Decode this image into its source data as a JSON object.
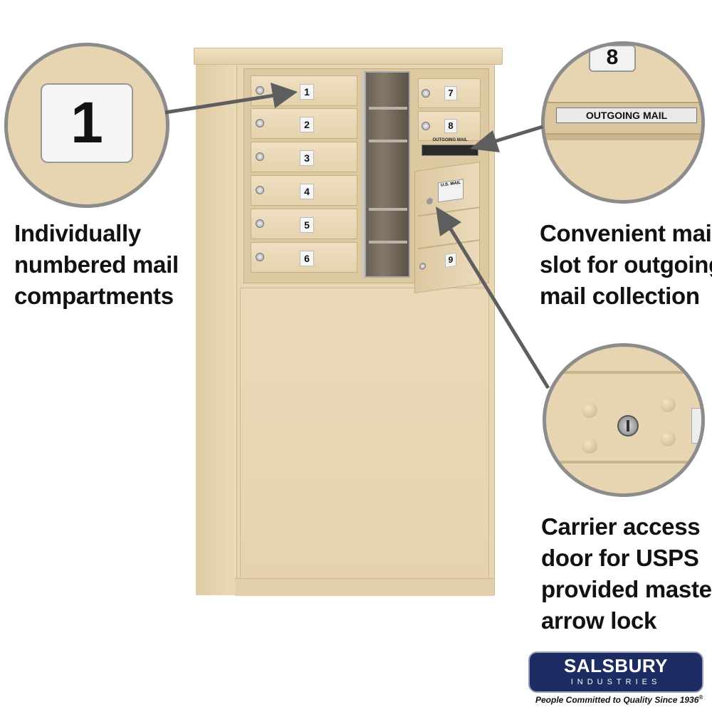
{
  "callouts": {
    "numbered": {
      "label": "1"
    },
    "outgoing": {
      "label": "OUTGOING MAIL",
      "number": "8"
    }
  },
  "features": {
    "numbered": {
      "lines": [
        "Individually",
        "numbered mail",
        "compartments"
      ]
    },
    "outgoing": {
      "lines": [
        "Convenient mail",
        "slot for outgoing",
        "mail collection"
      ]
    },
    "carrier": {
      "lines": [
        "Carrier access",
        "door for USPS",
        "provided master",
        "arrow lock"
      ]
    }
  },
  "mailbox": {
    "left_doors": [
      "1",
      "2",
      "3",
      "4",
      "5",
      "6"
    ],
    "right_doors_top": [
      "7",
      "8"
    ],
    "right_door_bottom": "9",
    "slot_label": "OUTGOING MAIL",
    "carrier_label": "U.S. MAIL"
  },
  "brand": {
    "name": "SALSBURY",
    "sub": "INDUSTRIES",
    "tagline": "People Committed to Quality Since 1936",
    "registered": "®"
  },
  "colors": {
    "finish": "#e8d6b3",
    "callout_border": "#8c8c8c",
    "arrow": "#5e5e5e",
    "logo_bg": "#1d2d63"
  }
}
